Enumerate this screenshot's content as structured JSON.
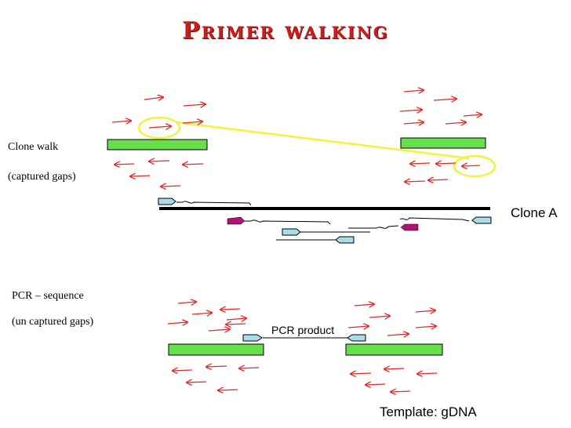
{
  "title": "Primer walking",
  "labels": {
    "clone_walk": "Clone walk",
    "captured_gaps": "(captured gaps)",
    "clone_a": "Clone A",
    "pcr_sequence": "PCR – sequence",
    "uncaptured_gaps": "(un captured gaps)",
    "pcr_product": "PCR product",
    "template": "Template: gDNA"
  },
  "colors": {
    "title": "#c81e1e",
    "arrow": "#e02a2a",
    "contig_fill": "#66e04a",
    "highlight": "#f5f23a",
    "primer_light": "#a8dcea",
    "primer_magenta": "#b0107a"
  }
}
